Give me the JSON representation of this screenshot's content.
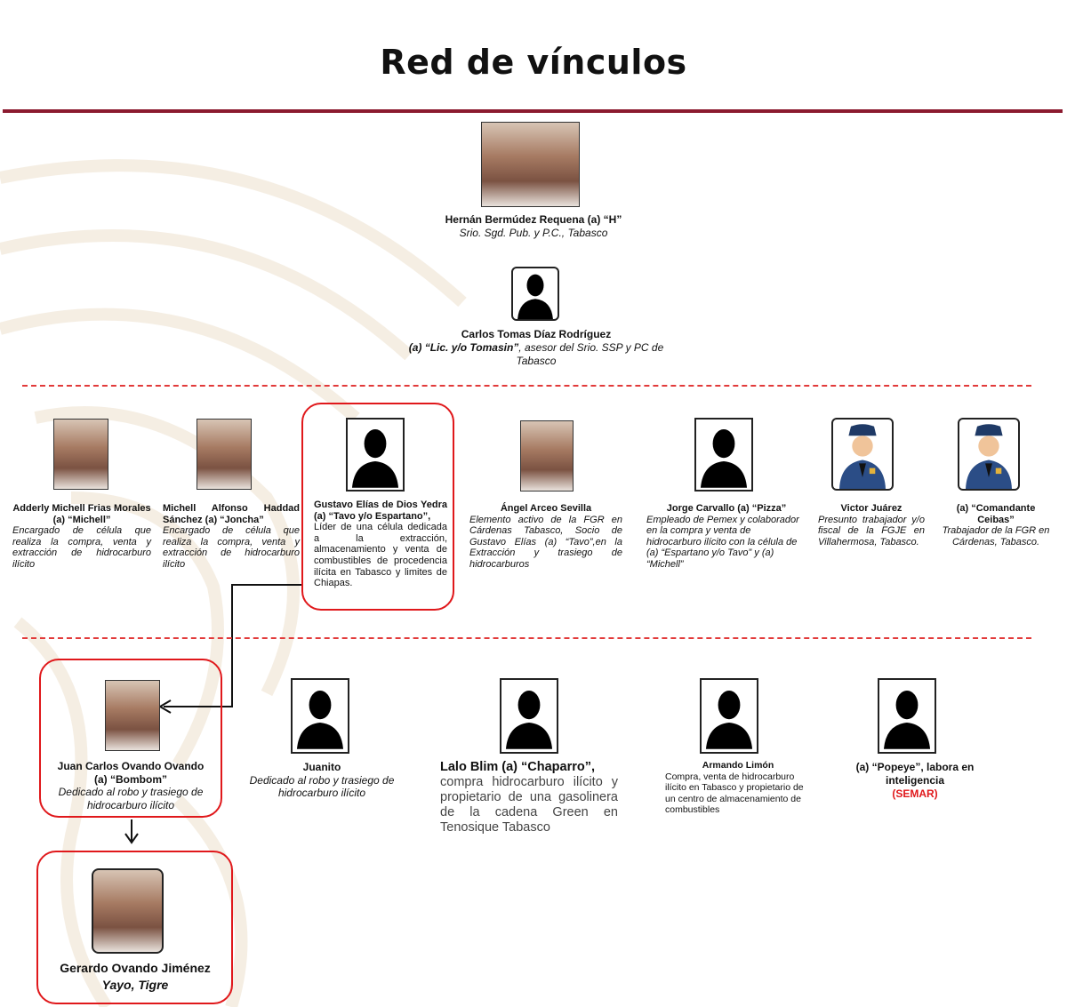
{
  "title": "Red de vínculos",
  "top": [
    {
      "name": "Hernán Bermúdez Requena (a) “H”",
      "desc": "Srio. Sgd. Pub. y P.C., Tabasco"
    },
    {
      "name": "Carlos Tomas Díaz Rodríguez",
      "alias": "(a) “Lic. y/o Tomasin”",
      "desc": ", asesor del Srio. SSP y PC de Tabasco"
    }
  ],
  "row1": [
    {
      "name": "Adderly Michell Frias Morales",
      "alias": "(a) “Michell”",
      "desc": "Encargado de célula que realiza la compra, venta y extracción de hidrocarburo ilícito"
    },
    {
      "name": "Michell Alfonso Haddad Sánchez (a) “Joncha”",
      "desc": "Encargado de célula que realiza la compra, venta y extracción de hidrocarburo ilícito"
    },
    {
      "name": "Gustavo Elías de Dios Yedra (a) “Tavo y/o Espartano”,",
      "desc": "Líder de una célula dedicada a la extracción, almacenamiento y venta de combustibles de procedencia ilícita en Tabasco y limites de Chiapas."
    },
    {
      "name": "Ángel Arceo Sevilla",
      "desc": "Elemento activo de la FGR en Cárdenas Tabasco, Socio de Gustavo Elías (a) “Tavo”,en la Extracción y trasiego de hidrocarburos"
    },
    {
      "name": "Jorge Carvallo (a) “Pizza”",
      "desc": "Empleado de Pemex y colaborador en la compra y venta de hidrocarburo ilícito con la célula de (a) “Espartano y/o Tavo” y (a) “Michell”"
    },
    {
      "name": "Victor Juárez",
      "desc": "Presunto trabajador y/o fiscal de la FGJE en Villahermosa, Tabasco."
    },
    {
      "name": "(a) “Comandante Ceibas”",
      "desc": "Trabajador de la FGR en Cárdenas, Tabasco."
    }
  ],
  "row2": [
    {
      "name": "Juan Carlos Ovando Ovando",
      "alias": "(a) “Bombom”",
      "desc": "Dedicado al robo y trasiego de hidrocarburo ilícito"
    },
    {
      "name": "Juanito",
      "desc": "Dedicado al robo y trasiego de hidrocarburo ilícito"
    },
    {
      "name": "Lalo Blim (a) “Chaparro”,",
      "desc": "compra hidrocarburo ilícito y propietario de una gasolinera de la cadena Green en Tenosique Tabasco"
    },
    {
      "name": "Armando Limón",
      "desc": "Compra, venta de hidrocarburo ilícito en Tabasco y propietario de un centro de almacenamiento de combustibles"
    },
    {
      "name": "(a) “Popeye”, labora en inteligencia",
      "org": "(SEMAR)"
    }
  ],
  "row3": {
    "name": "Gerardo Ovando Jiménez",
    "alias": "Yayo, Tigre"
  },
  "colors": {
    "rule": "#8b1a2f",
    "highlight": "#e0181b",
    "semar": "#e0181b"
  }
}
